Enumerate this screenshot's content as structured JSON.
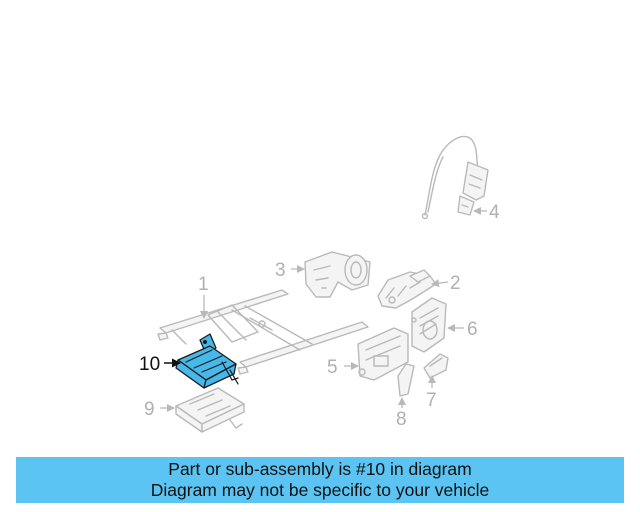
{
  "diagram": {
    "callouts": [
      "1",
      "2",
      "3",
      "4",
      "5",
      "6",
      "7",
      "8",
      "9",
      "10"
    ],
    "highlighted_part": "10",
    "highlight_color": "#47b8ea",
    "line_color": "#b9b9b9"
  },
  "banner": {
    "line1": "Part or sub-assembly is #10 in diagram",
    "line2": "Diagram may not be specific to your vehicle",
    "color": "#5bc4f2"
  }
}
